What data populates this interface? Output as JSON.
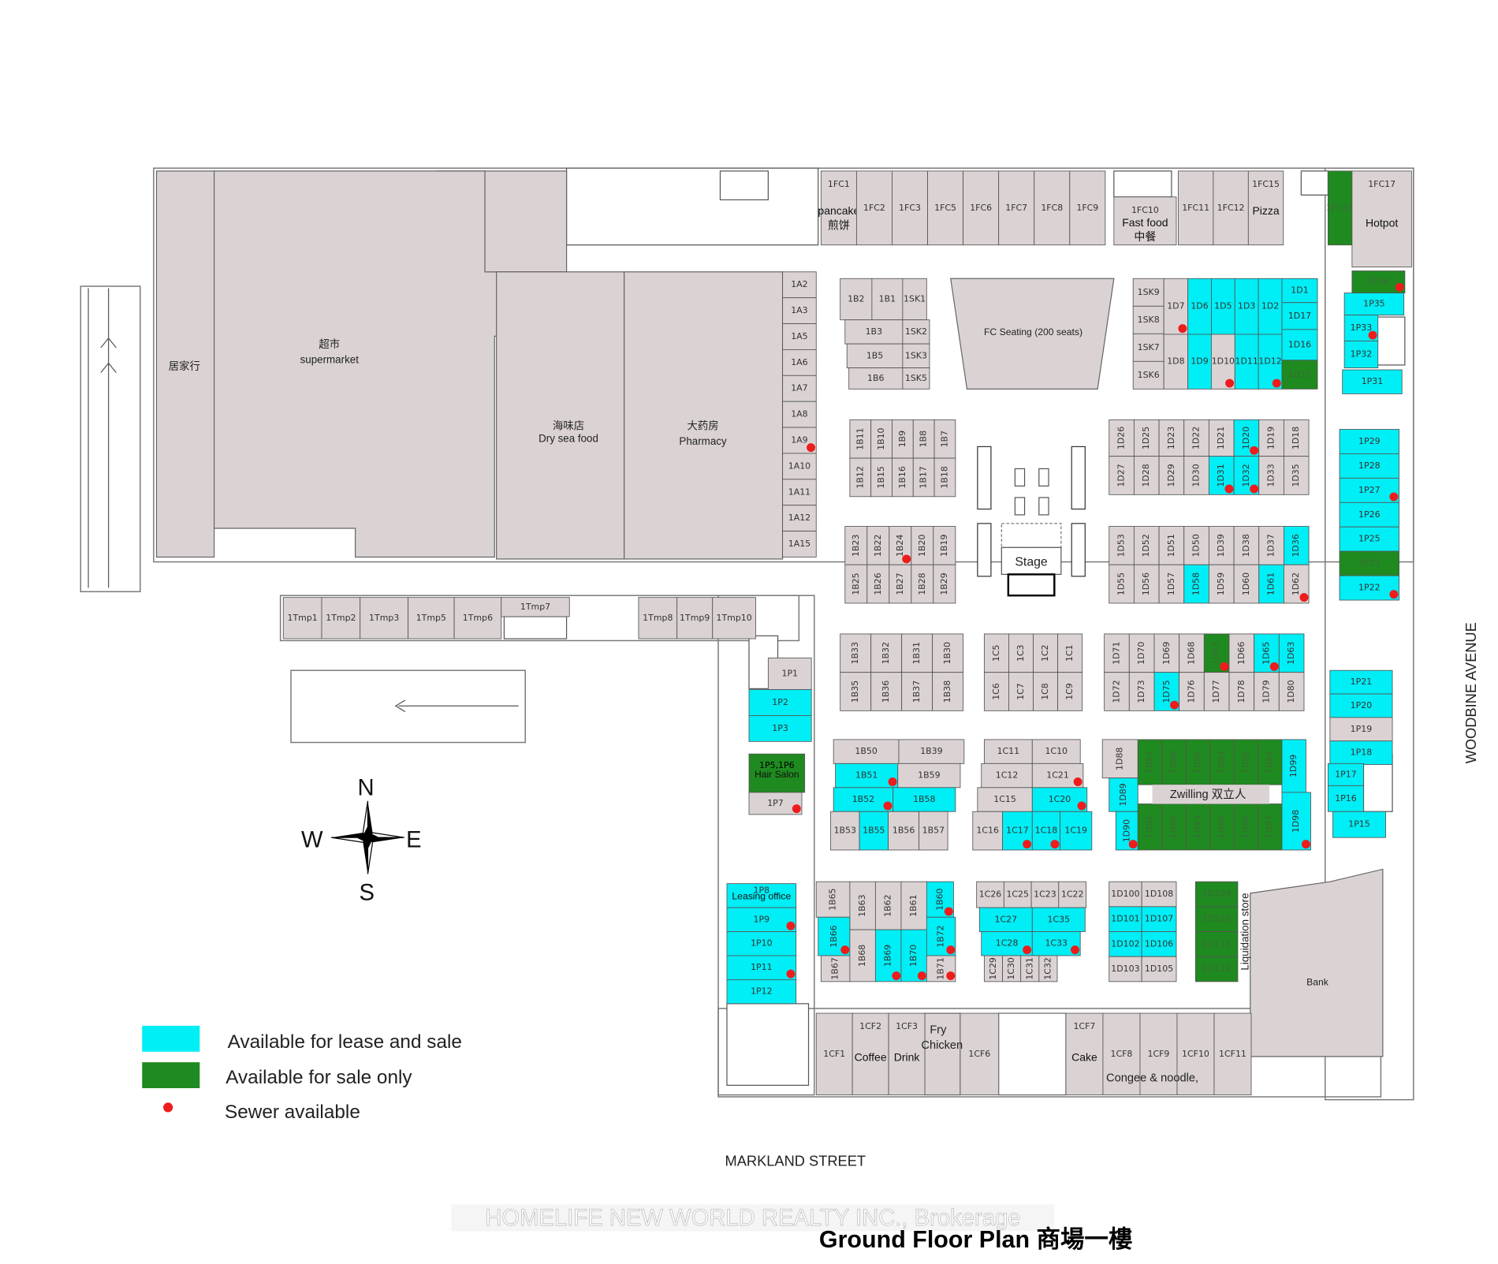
{
  "colors": {
    "unit_gray": "#dbd3d3",
    "lease_sale": "#00eef5",
    "sale_only": "#1f8a1f",
    "sewer": "#ee1c1c",
    "wall": "#555555"
  },
  "areas": {
    "home_store": "居家行",
    "supermarket_cn": "超市",
    "supermarket": "supermarket",
    "dry_seafood_cn": "海味店",
    "dry_seafood": "Dry sea food",
    "pharmacy_cn": "大药房",
    "pharmacy": "Pharmacy",
    "fc_seating": "FC Seating (200 seats)",
    "stage": "Stage",
    "zwilling": "Zwilling 双立人",
    "liquidation": "Liquidation store",
    "bank": "Bank",
    "fry": "Fry",
    "chicken": "Chicken",
    "congee": "Congee & noodle,"
  },
  "units": [
    {
      "id": "1A2",
      "status": "none"
    },
    {
      "id": "1A3",
      "status": "none"
    },
    {
      "id": "1A5",
      "status": "none"
    },
    {
      "id": "1A6",
      "status": "none"
    },
    {
      "id": "1A7",
      "status": "none"
    },
    {
      "id": "1A8",
      "status": "none"
    },
    {
      "id": "1A9",
      "status": "none",
      "sewer": true
    },
    {
      "id": "1A10",
      "status": "none"
    },
    {
      "id": "1A11",
      "status": "none"
    },
    {
      "id": "1A12",
      "status": "none"
    },
    {
      "id": "1A15",
      "status": "none"
    },
    {
      "id": "1FC1",
      "status": "none",
      "notes": [
        "pancake",
        "煎饼"
      ]
    },
    {
      "id": "1FC2",
      "status": "none"
    },
    {
      "id": "1FC3",
      "status": "none"
    },
    {
      "id": "1FC5",
      "status": "none"
    },
    {
      "id": "1FC6",
      "status": "none"
    },
    {
      "id": "1FC7",
      "status": "none"
    },
    {
      "id": "1FC8",
      "status": "none"
    },
    {
      "id": "1FC9",
      "status": "none"
    },
    {
      "id": "1FC10",
      "status": "none",
      "notes": [
        "Fast food",
        "中餐"
      ]
    },
    {
      "id": "1FC11",
      "status": "none"
    },
    {
      "id": "1FC12",
      "status": "none"
    },
    {
      "id": "1FC15",
      "status": "none",
      "notes": [
        "Pizza"
      ]
    },
    {
      "id": "1FC16",
      "status": "sale_only"
    },
    {
      "id": "1FC17",
      "status": "none",
      "notes": [
        "Hotpot"
      ]
    },
    {
      "id": "1B2",
      "status": "none"
    },
    {
      "id": "1B1",
      "status": "none"
    },
    {
      "id": "1SK1",
      "status": "none"
    },
    {
      "id": "1B3",
      "status": "none"
    },
    {
      "id": "1SK2",
      "status": "none"
    },
    {
      "id": "1B5",
      "status": "none"
    },
    {
      "id": "1SK3",
      "status": "none"
    },
    {
      "id": "1B6",
      "status": "none"
    },
    {
      "id": "1SK5",
      "status": "none"
    },
    {
      "id": "1SK9",
      "status": "none"
    },
    {
      "id": "1SK8",
      "status": "none"
    },
    {
      "id": "1SK7",
      "status": "none"
    },
    {
      "id": "1SK6",
      "status": "none"
    },
    {
      "id": "1D7",
      "status": "none",
      "sewer": true
    },
    {
      "id": "1D8",
      "status": "none"
    },
    {
      "id": "1D6",
      "status": "lease_sale"
    },
    {
      "id": "1D5",
      "status": "lease_sale"
    },
    {
      "id": "1D3",
      "status": "lease_sale"
    },
    {
      "id": "1D2",
      "status": "lease_sale"
    },
    {
      "id": "1D9",
      "status": "lease_sale"
    },
    {
      "id": "1D10",
      "status": "none",
      "sewer": true
    },
    {
      "id": "1D11",
      "status": "lease_sale"
    },
    {
      "id": "1D12",
      "status": "lease_sale",
      "sewer": true
    },
    {
      "id": "1D1",
      "status": "lease_sale"
    },
    {
      "id": "1D17",
      "status": "lease_sale"
    },
    {
      "id": "1D16",
      "status": "lease_sale"
    },
    {
      "id": "1D15",
      "status": "sale_only"
    },
    {
      "id": "1B11",
      "status": "none"
    },
    {
      "id": "1B10",
      "status": "none"
    },
    {
      "id": "1B9",
      "status": "none"
    },
    {
      "id": "1B8",
      "status": "none"
    },
    {
      "id": "1B7",
      "status": "none"
    },
    {
      "id": "1B12",
      "status": "none"
    },
    {
      "id": "1B15",
      "status": "none"
    },
    {
      "id": "1B16",
      "status": "none"
    },
    {
      "id": "1B17",
      "status": "none"
    },
    {
      "id": "1B18",
      "status": "none"
    },
    {
      "id": "1D26",
      "status": "none"
    },
    {
      "id": "1D25",
      "status": "none"
    },
    {
      "id": "1D23",
      "status": "none"
    },
    {
      "id": "1D22",
      "status": "none"
    },
    {
      "id": "1D21",
      "status": "none"
    },
    {
      "id": "1D20",
      "status": "lease_sale",
      "sewer": true
    },
    {
      "id": "1D19",
      "status": "none"
    },
    {
      "id": "1D18",
      "status": "none"
    },
    {
      "id": "1D27",
      "status": "none"
    },
    {
      "id": "1D28",
      "status": "none"
    },
    {
      "id": "1D29",
      "status": "none"
    },
    {
      "id": "1D30",
      "status": "none"
    },
    {
      "id": "1D31",
      "status": "lease_sale",
      "sewer": true
    },
    {
      "id": "1D32",
      "status": "lease_sale",
      "sewer": true
    },
    {
      "id": "1D33",
      "status": "none"
    },
    {
      "id": "1D35",
      "status": "none"
    },
    {
      "id": "1B23",
      "status": "none"
    },
    {
      "id": "1B22",
      "status": "none"
    },
    {
      "id": "1B24",
      "status": "none",
      "sewer": true
    },
    {
      "id": "1B20",
      "status": "none"
    },
    {
      "id": "1B19",
      "status": "none"
    },
    {
      "id": "1B25",
      "status": "none"
    },
    {
      "id": "1B26",
      "status": "none"
    },
    {
      "id": "1B27",
      "status": "none"
    },
    {
      "id": "1B28",
      "status": "none"
    },
    {
      "id": "1B29",
      "status": "none"
    },
    {
      "id": "1D53",
      "status": "none"
    },
    {
      "id": "1D52",
      "status": "none"
    },
    {
      "id": "1D51",
      "status": "none"
    },
    {
      "id": "1D50",
      "status": "none"
    },
    {
      "id": "1D39",
      "status": "none"
    },
    {
      "id": "1D38",
      "status": "none"
    },
    {
      "id": "1D37",
      "status": "none"
    },
    {
      "id": "1D36",
      "status": "lease_sale"
    },
    {
      "id": "1D55",
      "status": "none"
    },
    {
      "id": "1D56",
      "status": "none"
    },
    {
      "id": "1D57",
      "status": "none"
    },
    {
      "id": "1D58",
      "status": "lease_sale"
    },
    {
      "id": "1D59",
      "status": "none"
    },
    {
      "id": "1D60",
      "status": "none"
    },
    {
      "id": "1D61",
      "status": "lease_sale"
    },
    {
      "id": "1D62",
      "status": "none",
      "sewer": true
    },
    {
      "id": "1B33",
      "status": "none"
    },
    {
      "id": "1B32",
      "status": "none"
    },
    {
      "id": "1B31",
      "status": "none"
    },
    {
      "id": "1B30",
      "status": "none"
    },
    {
      "id": "1B35",
      "status": "none"
    },
    {
      "id": "1B36",
      "status": "none"
    },
    {
      "id": "1B37",
      "status": "none"
    },
    {
      "id": "1B38",
      "status": "none"
    },
    {
      "id": "1C5",
      "status": "none"
    },
    {
      "id": "1C3",
      "status": "none"
    },
    {
      "id": "1C2",
      "status": "none"
    },
    {
      "id": "1C1",
      "status": "none"
    },
    {
      "id": "1C6",
      "status": "none"
    },
    {
      "id": "1C7",
      "status": "none"
    },
    {
      "id": "1C8",
      "status": "none"
    },
    {
      "id": "1C9",
      "status": "none"
    },
    {
      "id": "1D71",
      "status": "none"
    },
    {
      "id": "1D70",
      "status": "none"
    },
    {
      "id": "1D69",
      "status": "none"
    },
    {
      "id": "1D68",
      "status": "none"
    },
    {
      "id": "1D67",
      "status": "sale_only",
      "sewer": true
    },
    {
      "id": "1D66",
      "status": "none"
    },
    {
      "id": "1D65",
      "status": "lease_sale",
      "sewer": true
    },
    {
      "id": "1D63",
      "status": "lease_sale"
    },
    {
      "id": "1D72",
      "status": "none"
    },
    {
      "id": "1D73",
      "status": "none"
    },
    {
      "id": "1D75",
      "status": "lease_sale",
      "sewer": true
    },
    {
      "id": "1D76",
      "status": "none"
    },
    {
      "id": "1D77",
      "status": "none"
    },
    {
      "id": "1D78",
      "status": "none"
    },
    {
      "id": "1D79",
      "status": "none"
    },
    {
      "id": "1D80",
      "status": "none"
    },
    {
      "id": "1B50",
      "status": "none"
    },
    {
      "id": "1B39",
      "status": "none"
    },
    {
      "id": "1B51",
      "status": "lease_sale",
      "sewer": true
    },
    {
      "id": "1B59",
      "status": "none"
    },
    {
      "id": "1B52",
      "status": "lease_sale",
      "sewer": true
    },
    {
      "id": "1B58",
      "status": "lease_sale"
    },
    {
      "id": "1B53",
      "status": "none"
    },
    {
      "id": "1B55",
      "status": "lease_sale"
    },
    {
      "id": "1B56",
      "status": "none"
    },
    {
      "id": "1B57",
      "status": "none"
    },
    {
      "id": "1C11",
      "status": "none"
    },
    {
      "id": "1C10",
      "status": "none"
    },
    {
      "id": "1C12",
      "status": "none"
    },
    {
      "id": "1C21",
      "status": "none",
      "sewer": true
    },
    {
      "id": "1C15",
      "status": "none"
    },
    {
      "id": "1C20",
      "status": "lease_sale",
      "sewer": true
    },
    {
      "id": "1C16",
      "status": "none"
    },
    {
      "id": "1C17",
      "status": "lease_sale",
      "sewer": true
    },
    {
      "id": "1C18",
      "status": "lease_sale",
      "sewer": true
    },
    {
      "id": "1C19",
      "status": "lease_sale"
    },
    {
      "id": "1D88",
      "status": "none"
    },
    {
      "id": "1D89",
      "status": "lease_sale"
    },
    {
      "id": "1D90",
      "status": "lease_sale",
      "sewer": true
    },
    {
      "id": "1D87",
      "status": "sale_only"
    },
    {
      "id": "1D86",
      "status": "sale_only"
    },
    {
      "id": "1D85",
      "status": "sale_only"
    },
    {
      "id": "1D83",
      "status": "sale_only"
    },
    {
      "id": "1D82",
      "status": "sale_only"
    },
    {
      "id": "1D81",
      "status": "sale_only"
    },
    {
      "id": "1D91",
      "status": "sale_only"
    },
    {
      "id": "1D92",
      "status": "sale_only"
    },
    {
      "id": "1D93",
      "status": "sale_only"
    },
    {
      "id": "1D95",
      "status": "sale_only"
    },
    {
      "id": "1D96",
      "status": "sale_only"
    },
    {
      "id": "1D97",
      "status": "sale_only"
    },
    {
      "id": "1D99",
      "status": "lease_sale"
    },
    {
      "id": "1D98",
      "status": "lease_sale",
      "sewer": true
    },
    {
      "id": "1B65",
      "status": "none"
    },
    {
      "id": "1B63",
      "status": "none"
    },
    {
      "id": "1B62",
      "status": "none"
    },
    {
      "id": "1B61",
      "status": "none"
    },
    {
      "id": "1B60",
      "status": "lease_sale",
      "sewer": true
    },
    {
      "id": "1B66",
      "status": "lease_sale",
      "sewer": true
    },
    {
      "id": "1B67",
      "status": "none"
    },
    {
      "id": "1B68",
      "status": "none"
    },
    {
      "id": "1B69",
      "status": "lease_sale",
      "sewer": true
    },
    {
      "id": "1B70",
      "status": "lease_sale",
      "sewer": true
    },
    {
      "id": "1B72",
      "status": "lease_sale",
      "sewer": true
    },
    {
      "id": "1B71",
      "status": "none",
      "sewer": true
    },
    {
      "id": "1C26",
      "status": "none"
    },
    {
      "id": "1C25",
      "status": "none"
    },
    {
      "id": "1C23",
      "status": "none"
    },
    {
      "id": "1C22",
      "status": "none"
    },
    {
      "id": "1C27",
      "status": "lease_sale"
    },
    {
      "id": "1C35",
      "status": "lease_sale"
    },
    {
      "id": "1C28",
      "status": "lease_sale",
      "sewer": true
    },
    {
      "id": "1C33",
      "status": "lease_sale",
      "sewer": true
    },
    {
      "id": "1C29",
      "status": "none"
    },
    {
      "id": "1C30",
      "status": "none"
    },
    {
      "id": "1C31",
      "status": "none"
    },
    {
      "id": "1C32",
      "status": "none"
    },
    {
      "id": "1D100",
      "status": "none"
    },
    {
      "id": "1D108",
      "status": "none"
    },
    {
      "id": "1D101",
      "status": "lease_sale"
    },
    {
      "id": "1D107",
      "status": "lease_sale"
    },
    {
      "id": "1D102",
      "status": "lease_sale"
    },
    {
      "id": "1D106",
      "status": "lease_sale"
    },
    {
      "id": "1D103",
      "status": "none"
    },
    {
      "id": "1D105",
      "status": "none"
    },
    {
      "id": "1D109",
      "status": "sale_only"
    },
    {
      "id": "1D110",
      "status": "sale_only"
    },
    {
      "id": "1D111",
      "status": "sale_only"
    },
    {
      "id": "1D112",
      "status": "sale_only"
    },
    {
      "id": "1CF1",
      "status": "none"
    },
    {
      "id": "1CF2",
      "status": "none",
      "notes": [
        "Coffee"
      ]
    },
    {
      "id": "1CF3",
      "status": "none",
      "notes": [
        "Drink"
      ]
    },
    {
      "id": "1CF6",
      "status": "none"
    },
    {
      "id": "1CF7",
      "status": "none",
      "notes": [
        "Cake"
      ]
    },
    {
      "id": "1CF8",
      "status": "none"
    },
    {
      "id": "1CF9",
      "status": "none"
    },
    {
      "id": "1CF10",
      "status": "none"
    },
    {
      "id": "1CF11",
      "status": "none"
    },
    {
      "id": "1P1",
      "status": "none"
    },
    {
      "id": "1P2",
      "status": "lease_sale"
    },
    {
      "id": "1P3",
      "status": "lease_sale"
    },
    {
      "id": "1P5,1P6",
      "status": "sale_only",
      "notes": [
        "Hair Salon"
      ]
    },
    {
      "id": "1P7",
      "status": "none",
      "sewer": true
    },
    {
      "id": "1P8",
      "status": "lease_sale",
      "notes": [
        "Leasing office"
      ]
    },
    {
      "id": "1P9",
      "status": "lease_sale",
      "sewer": true
    },
    {
      "id": "1P10",
      "status": "lease_sale"
    },
    {
      "id": "1P11",
      "status": "lease_sale",
      "sewer": true
    },
    {
      "id": "1P12",
      "status": "lease_sale"
    },
    {
      "id": "1P36",
      "status": "sale_only",
      "sewer": true
    },
    {
      "id": "1P35",
      "status": "lease_sale"
    },
    {
      "id": "1P33",
      "status": "lease_sale",
      "sewer": true
    },
    {
      "id": "1P32",
      "status": "lease_sale"
    },
    {
      "id": "1P31",
      "status": "lease_sale"
    },
    {
      "id": "1P29",
      "status": "lease_sale"
    },
    {
      "id": "1P28",
      "status": "lease_sale"
    },
    {
      "id": "1P27",
      "status": "lease_sale",
      "sewer": true
    },
    {
      "id": "1P26",
      "status": "lease_sale"
    },
    {
      "id": "1P25",
      "status": "lease_sale"
    },
    {
      "id": "1P23",
      "status": "sale_only"
    },
    {
      "id": "1P22",
      "status": "lease_sale",
      "sewer": true
    },
    {
      "id": "1P21",
      "status": "lease_sale"
    },
    {
      "id": "1P20",
      "status": "lease_sale"
    },
    {
      "id": "1P19",
      "status": "none"
    },
    {
      "id": "1P18",
      "status": "lease_sale"
    },
    {
      "id": "1P17",
      "status": "lease_sale"
    },
    {
      "id": "1P16",
      "status": "lease_sale"
    },
    {
      "id": "1P15",
      "status": "lease_sale"
    },
    {
      "id": "1Tmp1",
      "status": "none"
    },
    {
      "id": "1Tmp2",
      "status": "none"
    },
    {
      "id": "1Tmp3",
      "status": "none"
    },
    {
      "id": "1Tmp5",
      "status": "none"
    },
    {
      "id": "1Tmp6",
      "status": "none"
    },
    {
      "id": "1Tmp7",
      "status": "none"
    },
    {
      "id": "1Tmp8",
      "status": "none"
    },
    {
      "id": "1Tmp9",
      "status": "none"
    },
    {
      "id": "1Tmp10",
      "status": "none"
    }
  ],
  "legend": {
    "lease_sale": "Available for lease and sale",
    "sale_only": "Available for sale only",
    "sewer": "Sewer available"
  },
  "compass": {
    "n": "N",
    "e": "E",
    "s": "S",
    "w": "W"
  },
  "labels": {
    "street_south": "MARKLAND STREET",
    "street_east": "WOODBINE AVENUE",
    "watermark": "HOMELIFE NEW WORLD REALTY INC., Brokerage",
    "title": "Ground Floor Plan 商場一樓"
  }
}
